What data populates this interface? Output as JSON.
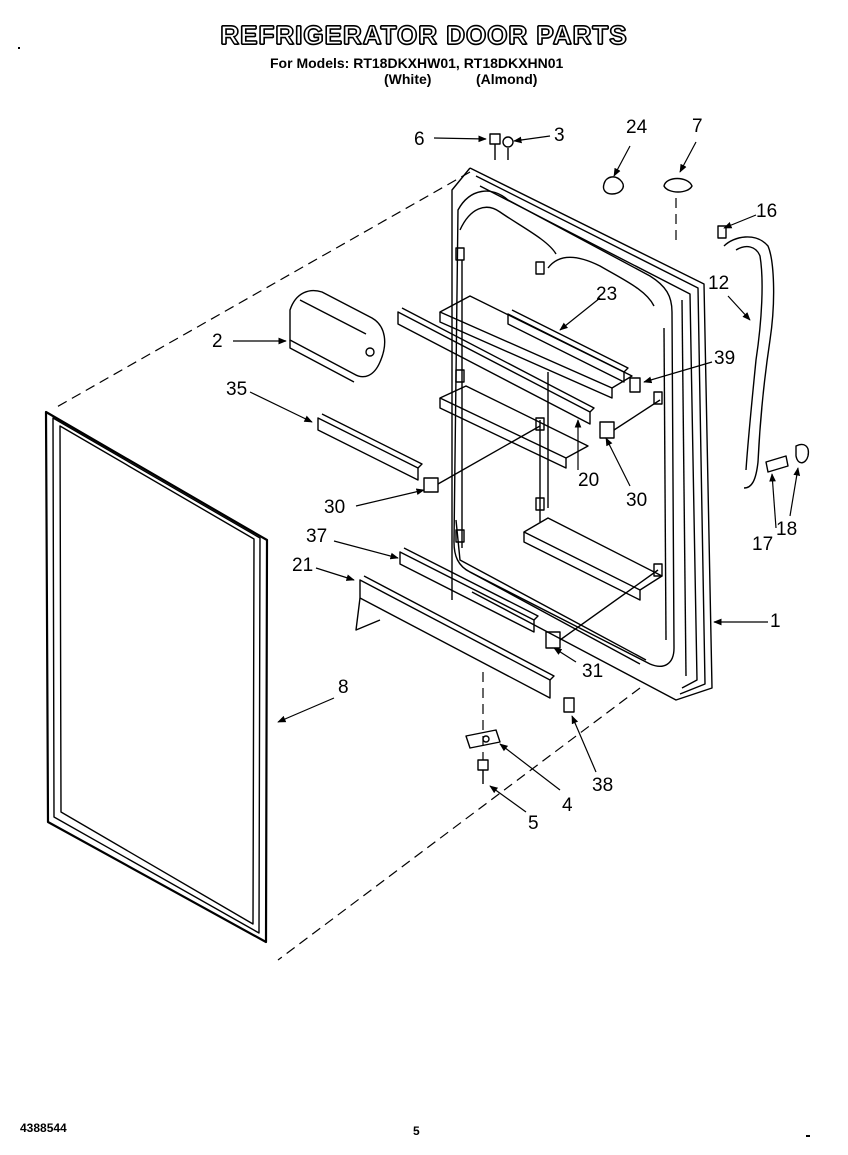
{
  "header": {
    "title": "REFRIGERATOR DOOR PARTS",
    "models_line": "For Models: RT18DKXHW01, RT18DKXHN01",
    "color_white": "(White)",
    "color_almond": "(Almond)"
  },
  "callouts": [
    "1",
    "2",
    "3",
    "4",
    "5",
    "6",
    "7",
    "8",
    "12",
    "16",
    "17",
    "18",
    "20",
    "21",
    "23",
    "24",
    "30",
    "30",
    "31",
    "35",
    "37",
    "38",
    "39"
  ],
  "footer": {
    "part_number": "4388544",
    "page_number": "5"
  }
}
